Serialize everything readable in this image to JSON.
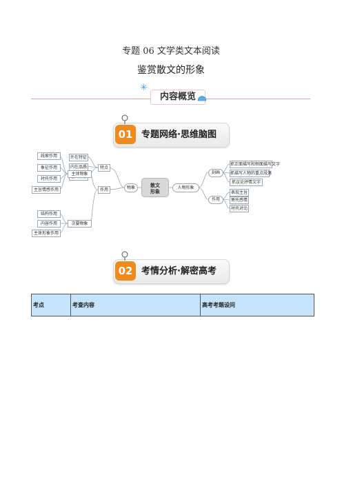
{
  "header": {
    "title": "专题 06  文学类文本阅读",
    "subtitle": "鉴赏散文的形象"
  },
  "overview": {
    "label": "内容概览",
    "accent": "#e7a0a0"
  },
  "sections": [
    {
      "num": "01",
      "label": "专题网络·思维脑图"
    },
    {
      "num": "02",
      "label": "考情分析·解密高考"
    }
  ],
  "mindmap": {
    "center": [
      "散文",
      "形象"
    ],
    "left_branch": {
      "object": "物象",
      "features": {
        "label": "特点",
        "items": [
          "外在特征",
          "内在品质",
          "蕴含情感"
        ]
      },
      "roles": {
        "label": "作用",
        "subject": {
          "label": "主体物象",
          "items": [
            "线索作用",
            "象征作用",
            "衬托作用",
            "主旨情感作用"
          ]
        },
        "secondary": {
          "label": "次要物象",
          "items": [
            "结构作用",
            "内容作用",
            "主体形象作用"
          ]
        }
      }
    },
    "right_branch": {
      "person": "人物形象",
      "method": {
        "label": "刻画",
        "items": [
          "抓正面描写和侧面描写文字",
          "抓描写人物的重点段落",
          "抓议论抒情文字"
        ]
      },
      "role": {
        "label": "作用",
        "items": [
          "表现主旨",
          "寄托感情",
          "衬托对比"
        ]
      }
    }
  },
  "table": {
    "columns": [
      "考点",
      "考查内容",
      "高考考题设问"
    ]
  }
}
